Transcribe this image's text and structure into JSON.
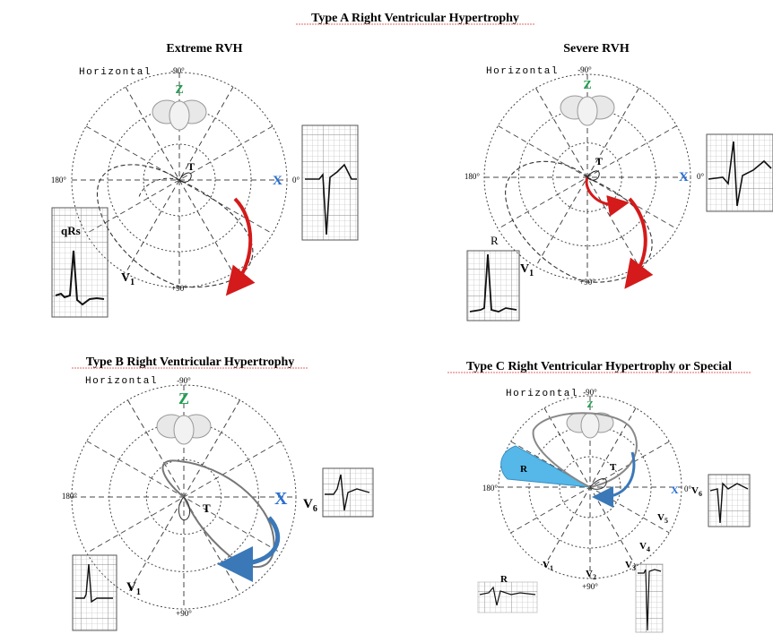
{
  "title": "Type A Right Ventricular Hypertrophy",
  "colors": {
    "axis_z": "#20a050",
    "axis_x": "#2a6fd0",
    "red_arrow": "#d41a1a",
    "blue_arrow": "#3b78b8",
    "r_fill": "#55b8e8",
    "grid": "#444444",
    "ecg_grid": "#9a9a9a",
    "loop": "#333333",
    "loop_gray": "#777777"
  },
  "panels": [
    {
      "title": "Extreme  RVH",
      "plane": "Horizontal",
      "deg_top": "-90°",
      "deg_left": "180°",
      "deg_right": "0°",
      "deg_bottom": "+90°",
      "z": "Z",
      "x": "X",
      "t": "T",
      "lead_v1": "V",
      "lead_v1_sub": "1",
      "ecg_label": "qRs"
    },
    {
      "title": "Severe  RVH",
      "plane": "Horizontal",
      "deg_top": "-90°",
      "deg_left": "180°",
      "deg_right": "0°",
      "deg_bottom": "+90°",
      "z": "Z",
      "x": "X",
      "t": "T",
      "lead_v1": "V",
      "lead_v1_sub": "1",
      "ecg_label": "R"
    },
    {
      "title": "Type B Right Ventricular Hypertrophy",
      "plane": "Horizontal",
      "deg_top": "-90°",
      "deg_left": "180°",
      "deg_bottom": "+90°",
      "z": "Z",
      "x": "X",
      "t": "T",
      "lead_v1": "V",
      "lead_v1_sub": "1",
      "lead_v6": "V",
      "lead_v6_sub": "6"
    },
    {
      "title": "Type C Right Ventricular Hypertrophy or Special",
      "plane": "Horizontal",
      "deg_top": "-90°",
      "deg_left": "180°",
      "deg_right": "0°",
      "deg_bottom": "+90°",
      "z": "Z",
      "x": "X",
      "t": "T",
      "r": "R",
      "ecg_label": "R",
      "lead_v": "V",
      "lead_v1_sub": "1",
      "lead_v2_sub": "2",
      "lead_v3_sub": "3",
      "lead_v4_sub": "4",
      "lead_v5_sub": "5",
      "lead_v6_sub": "6"
    }
  ]
}
